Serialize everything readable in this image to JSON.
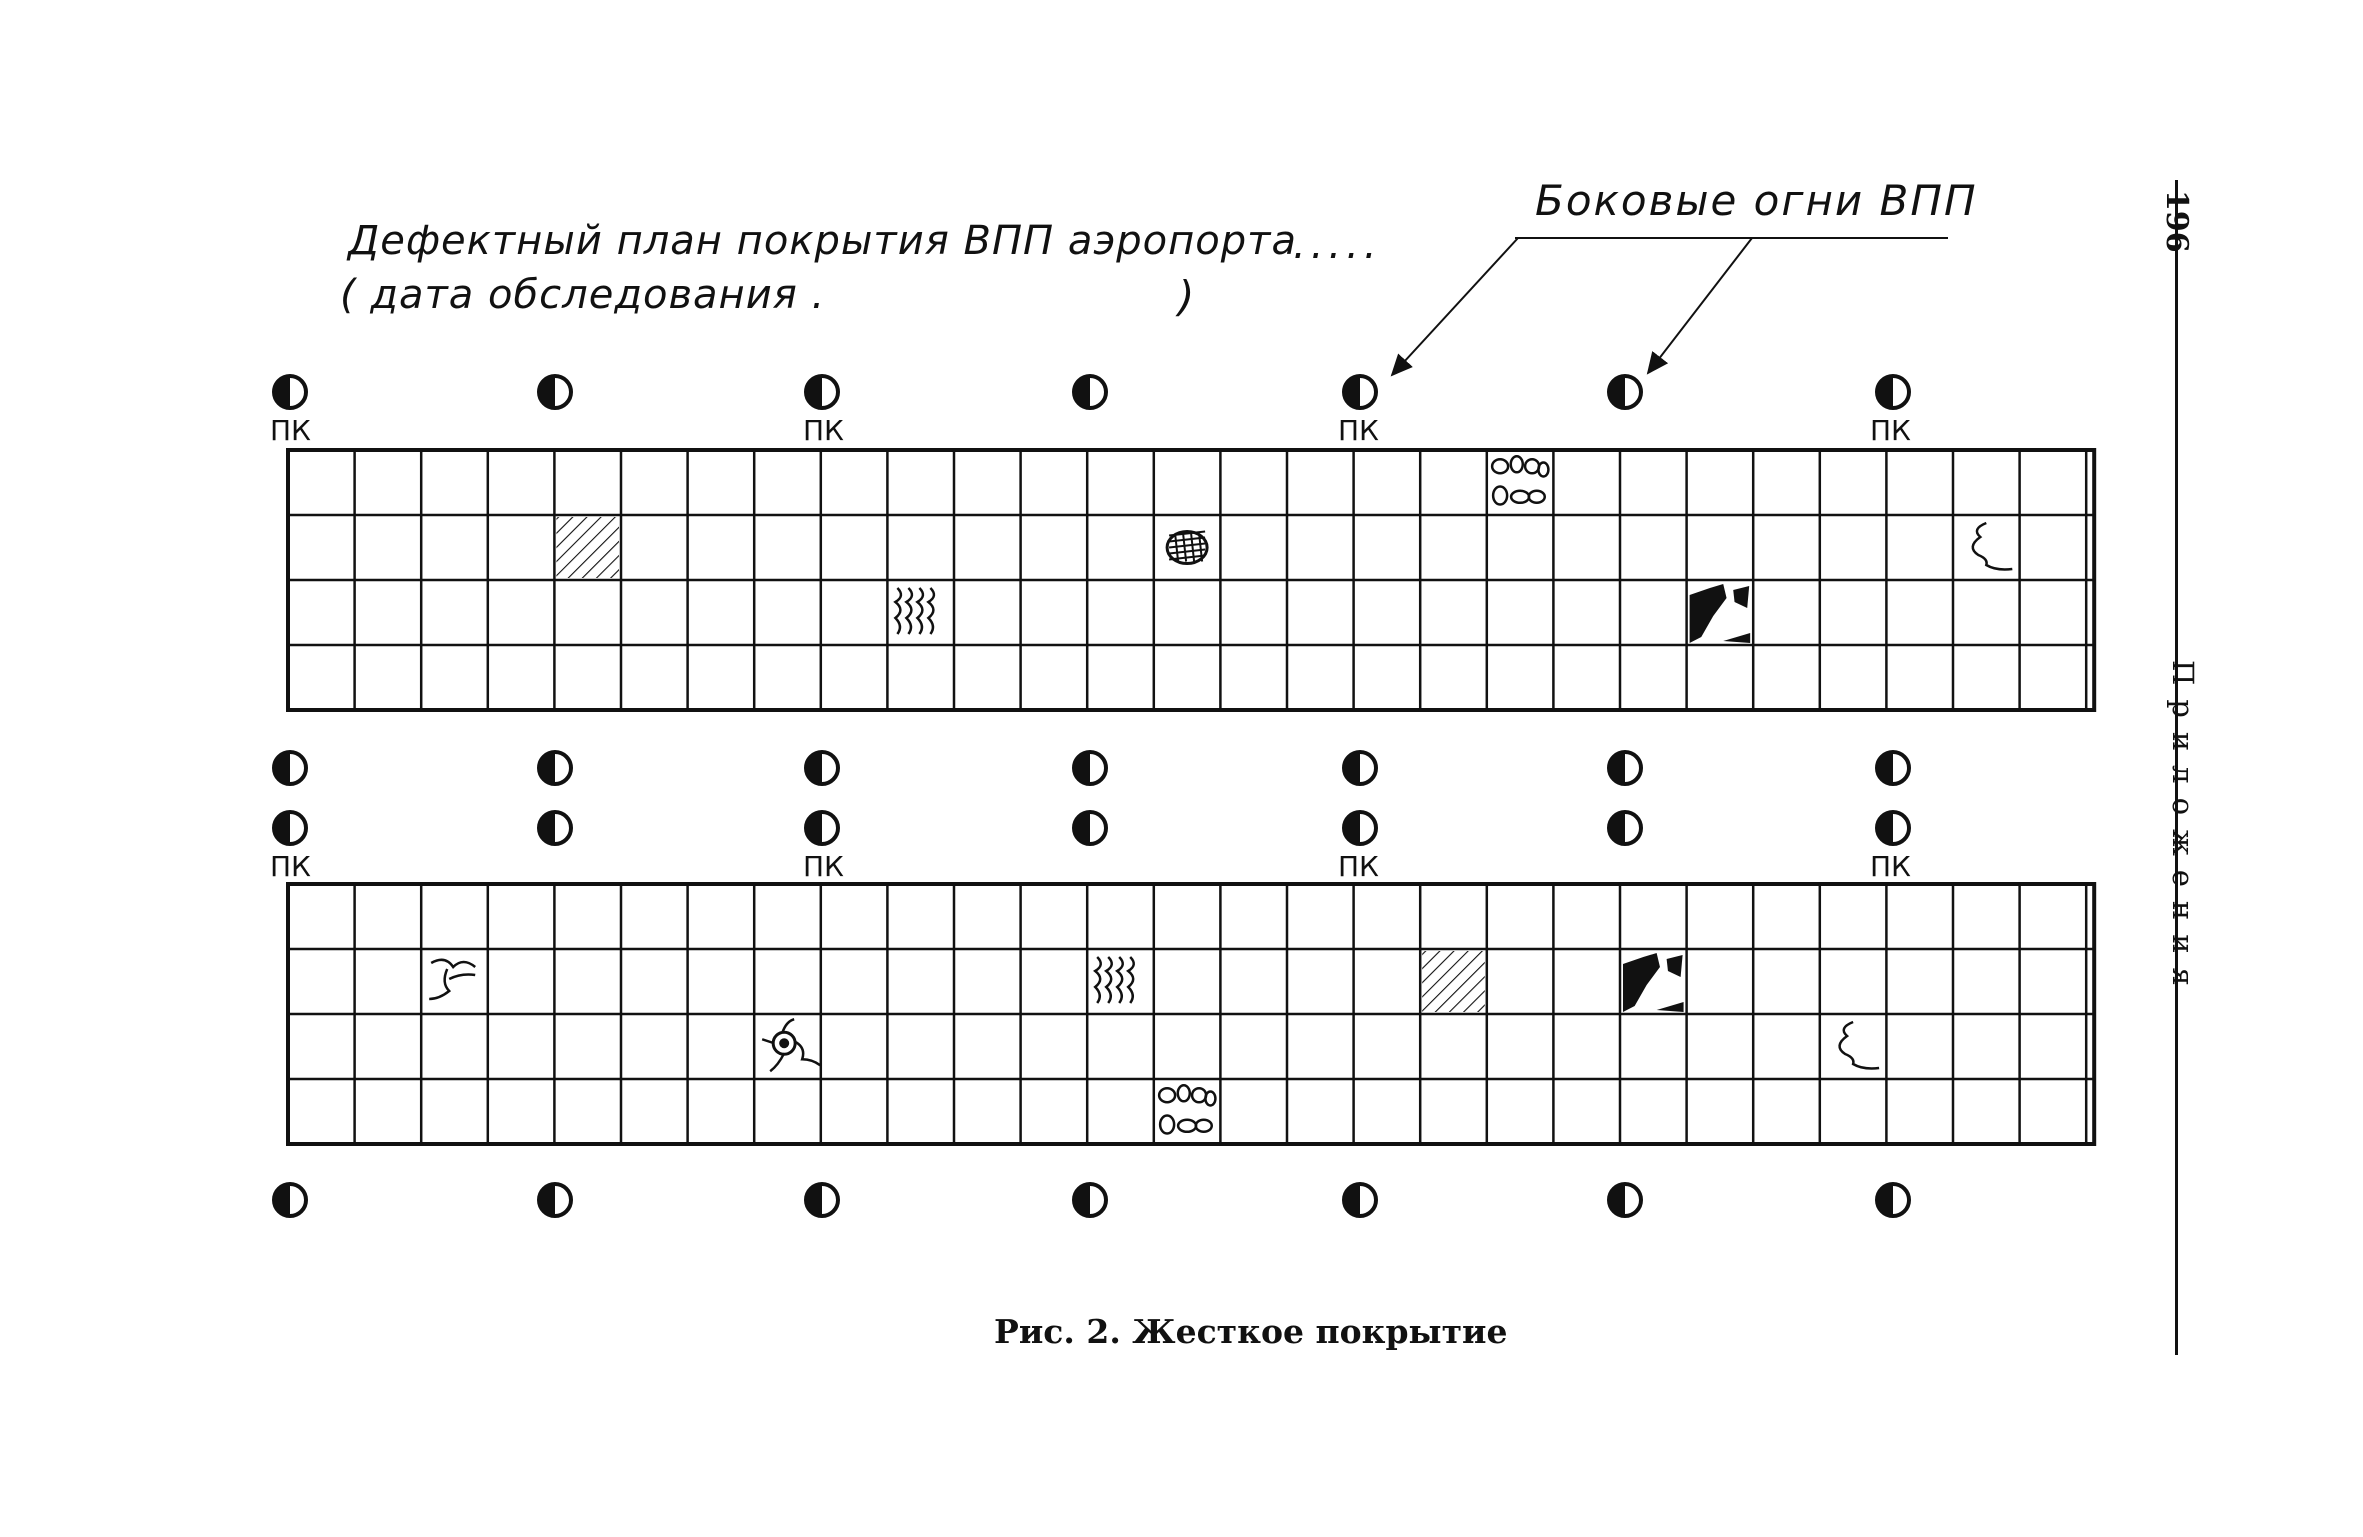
{
  "header": {
    "title_line1": "Дефектный план покрытия ВПП аэропорта",
    "title_dots": ".....",
    "title_line2": "( дата обследования .",
    "title_line2_close": ")"
  },
  "callout": {
    "label": "Боковые огни ВПП"
  },
  "lights": {
    "picket_label": "ПК"
  },
  "figure": {
    "caption": "Рис. 2. Жесткое покрытие"
  },
  "margin": {
    "page_number": "196",
    "section_title": "Приложения"
  },
  "runways": [
    {
      "id": "runway-1",
      "rows": 4,
      "cols": 27,
      "pickets": [
        0,
        8,
        16,
        24
      ],
      "defects": [
        {
          "row": 1,
          "col": 4,
          "type": "hatched-patch"
        },
        {
          "row": 0,
          "col": 18,
          "type": "potholes-cluster"
        },
        {
          "row": 1,
          "col": 13,
          "type": "mesh-spall"
        },
        {
          "row": 1,
          "col": 25,
          "type": "single-crack"
        },
        {
          "row": 2,
          "col": 9,
          "type": "crack-network"
        },
        {
          "row": 2,
          "col": 21,
          "type": "black-spalling"
        }
      ]
    },
    {
      "id": "runway-2",
      "rows": 4,
      "cols": 27,
      "pickets": [
        0,
        8,
        16,
        24
      ],
      "defects": [
        {
          "row": 1,
          "col": 2,
          "type": "branch-crack"
        },
        {
          "row": 1,
          "col": 12,
          "type": "crack-network"
        },
        {
          "row": 1,
          "col": 17,
          "type": "hatched-patch"
        },
        {
          "row": 1,
          "col": 20,
          "type": "black-spalling"
        },
        {
          "row": 2,
          "col": 7,
          "type": "star-crack"
        },
        {
          "row": 2,
          "col": 23,
          "type": "single-crack"
        },
        {
          "row": 3,
          "col": 13,
          "type": "potholes-cluster"
        }
      ]
    }
  ]
}
